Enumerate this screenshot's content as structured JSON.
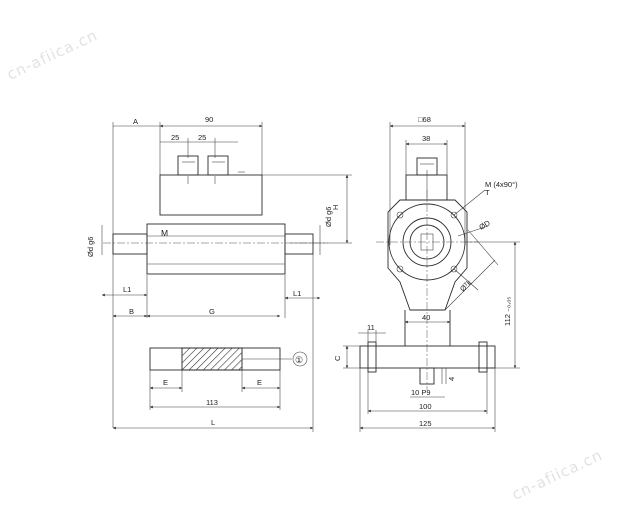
{
  "watermark": {
    "text": "cn-afiica.cn"
  },
  "front_view": {
    "labels": {
      "width_90": "90",
      "a": "A",
      "spacing_1": "25",
      "spacing_2": "25",
      "h": "H",
      "shaft_dia_right": "Ød g6",
      "shaft_dia_left": "Ød g6",
      "motor_m": "M",
      "l1_left": "L1",
      "l1_right": "L1",
      "b": "B",
      "g": "G",
      "e_left": "E",
      "e_right": "E",
      "width_113": "113",
      "l": "L",
      "callout_1": "①"
    }
  },
  "side_view": {
    "labels": {
      "square_68": "□68",
      "width_38": "38",
      "thread_m": "M (4x90°)",
      "thread_t": "T",
      "dia_d": "ØD",
      "dia_tk": "Øᵀk",
      "height_112": "112 ₋₀,₀₅",
      "width_40": "40",
      "width_11": "11",
      "c": "C",
      "dim_4": "4",
      "slot_10p9": "10 P9",
      "width_100": "100",
      "width_125": "125"
    }
  },
  "colors": {
    "line": "#2b2b2b",
    "hatch": "#333333",
    "watermark": "#e2e2e2",
    "background": "#ffffff"
  }
}
